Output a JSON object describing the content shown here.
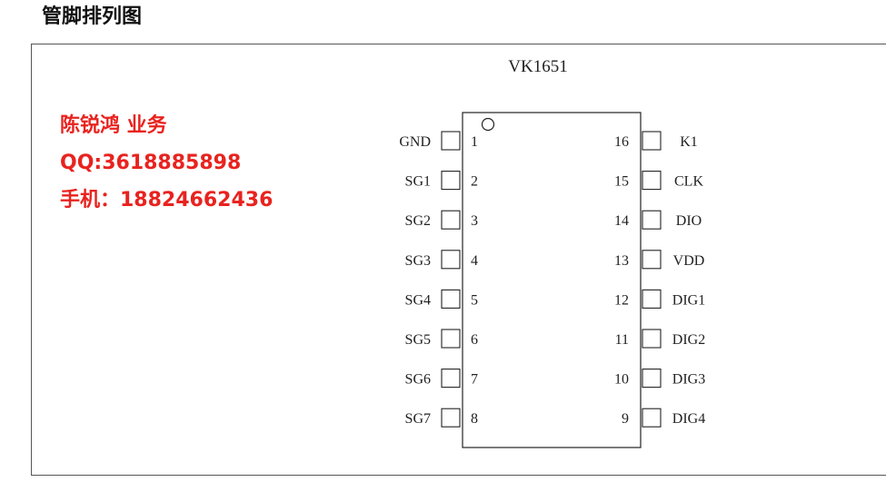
{
  "page": {
    "heading": "管脚排列图"
  },
  "contact": {
    "name_line": "陈锐鸿 业务",
    "qq_line": "QQ:3618885898",
    "phone_line": "手机：18824662436",
    "color": "#e8231f"
  },
  "chip": {
    "name": "VK1651",
    "left_pins": [
      {
        "number": "1",
        "label": "GND"
      },
      {
        "number": "2",
        "label": "SG1"
      },
      {
        "number": "3",
        "label": "SG2"
      },
      {
        "number": "4",
        "label": "SG3"
      },
      {
        "number": "5",
        "label": "SG4"
      },
      {
        "number": "6",
        "label": "SG5"
      },
      {
        "number": "7",
        "label": "SG6"
      },
      {
        "number": "8",
        "label": "SG7"
      }
    ],
    "right_pins": [
      {
        "number": "16",
        "label": "K1"
      },
      {
        "number": "15",
        "label": "CLK"
      },
      {
        "number": "14",
        "label": "DIO"
      },
      {
        "number": "13",
        "label": "VDD"
      },
      {
        "number": "12",
        "label": "DIG1"
      },
      {
        "number": "11",
        "label": "DIG2"
      },
      {
        "number": "10",
        "label": "DIG3"
      },
      {
        "number": "9",
        "label": "DIG4"
      }
    ]
  }
}
